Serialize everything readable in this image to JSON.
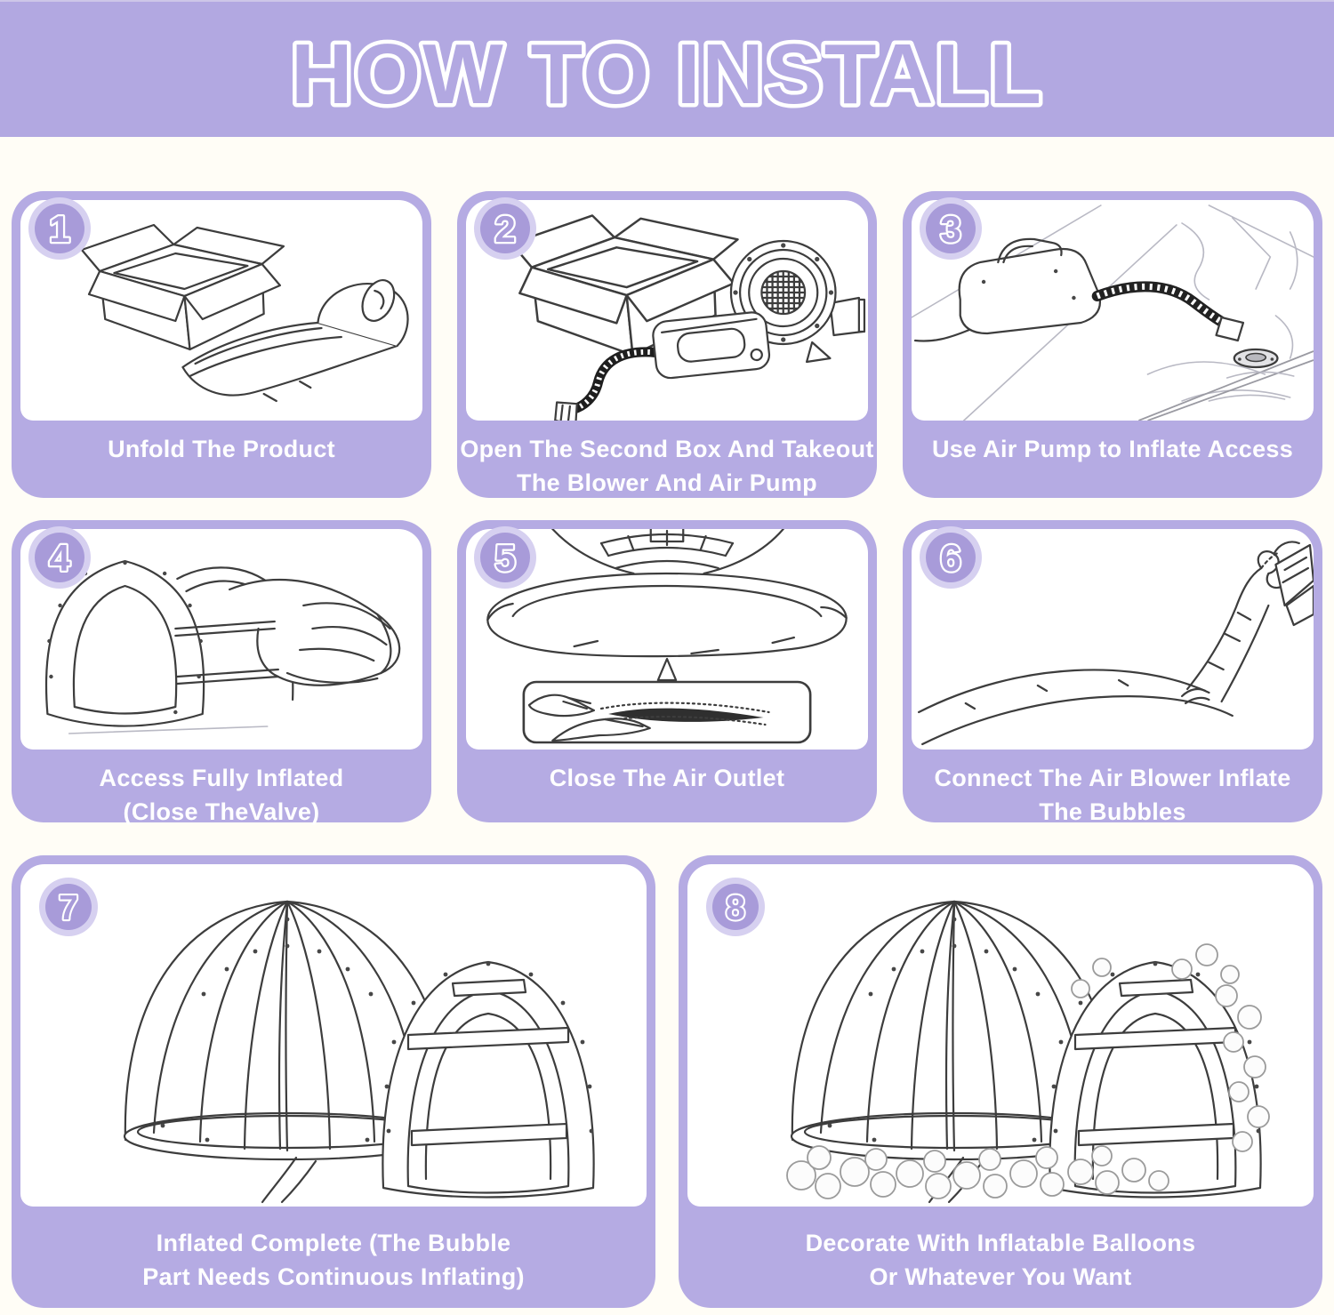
{
  "header": {
    "title": "HOW TO INSTALL"
  },
  "colors": {
    "band": "#b2a8e1",
    "card": "#b5abe3",
    "badge": "#a89bd9",
    "halo": "#d6d0f0",
    "caption-text": "#ffffff",
    "page-bg": "#fffdf6",
    "line-art": "#3d3d3d"
  },
  "steps": [
    {
      "number": "1",
      "caption": "Unfold The Product",
      "illustration": "open-box-and-folded-product-drawing"
    },
    {
      "number": "2",
      "caption": "Open The Second Box And Takeout\nThe Blower And Air Pump",
      "illustration": "box-blower-and-air-pump-drawing"
    },
    {
      "number": "3",
      "caption": "Use Air Pump to Inflate Access",
      "illustration": "air-pump-inflating-valve-drawing"
    },
    {
      "number": "4",
      "caption": "Access Fully Inflated\n(Close TheValve)",
      "illustration": "access-tunnel-inflated-drawing"
    },
    {
      "number": "5",
      "caption": "Close The Air Outlet",
      "illustration": "closing-air-outlet-drawing"
    },
    {
      "number": "6",
      "caption": "Connect The Air Blower Inflate\nThe Bubbles",
      "illustration": "connect-air-blower-drawing"
    },
    {
      "number": "7",
      "caption": "Inflated Complete (The Bubble\nPart Needs Continuous Inflating)",
      "illustration": "bubble-tent-complete-drawing"
    },
    {
      "number": "8",
      "caption": "Decorate With Inflatable Balloons\nOr Whatever You Want",
      "illustration": "bubble-tent-with-balloons-drawing"
    }
  ]
}
